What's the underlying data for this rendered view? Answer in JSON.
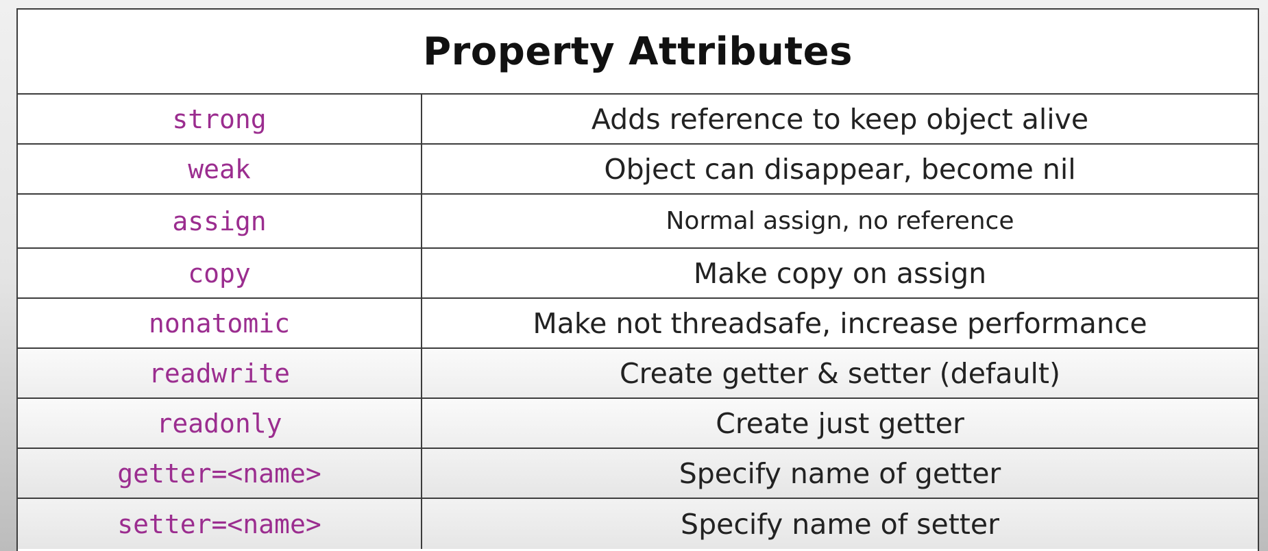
{
  "table": {
    "title": "Property Attributes",
    "rows": [
      {
        "attribute": "strong",
        "description": "Adds reference to keep object alive"
      },
      {
        "attribute": "weak",
        "description": "Object can disappear, become nil"
      },
      {
        "attribute": "assign",
        "description": "Normal assign, no reference"
      },
      {
        "attribute": "copy",
        "description": "Make copy on assign"
      },
      {
        "attribute": "nonatomic",
        "description": "Make not threadsafe, increase performance"
      },
      {
        "attribute": "readwrite",
        "description": "Create getter & setter (default)"
      },
      {
        "attribute": "readonly",
        "description": "Create just getter"
      },
      {
        "attribute": "getter=<name>",
        "description": "Specify name of getter"
      },
      {
        "attribute": "setter=<name>",
        "description": "Specify name of setter"
      }
    ]
  },
  "colors": {
    "attribute_text": "#9b2d8f",
    "description_text": "#222222",
    "border": "#3c3c3c"
  }
}
